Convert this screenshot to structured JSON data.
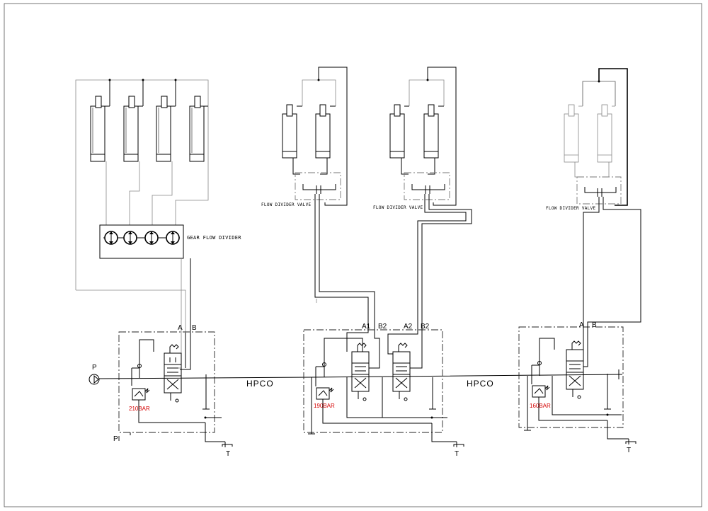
{
  "labels": {
    "gear_flow_divider": "GEAR FLOW DIVIDER",
    "flow_divider_valve_1": "FLOW DIVIDER VALVE",
    "flow_divider_valve_2": "FLOW DIVIDER VALVE",
    "flow_divider_valve_3": "FLOW DIVIDER VALVE",
    "hpco_1": "HPCO",
    "hpco_2": "HPCO",
    "pump": "P",
    "pilot": "PI",
    "tank_1": "T",
    "tank_2": "T",
    "tank_3": "T"
  },
  "valve_blocks": [
    {
      "port_a": "A",
      "port_b": "B",
      "relief": "210BAR"
    },
    {
      "port_a1": "A1",
      "port_b2a": "B2",
      "port_a2": "A2",
      "port_b2b": "B2",
      "relief": "190BAR"
    },
    {
      "port_a": "A",
      "port_b": "B",
      "relief": "160BAR"
    }
  ],
  "colors": {
    "relief_label": "#d40000",
    "line": "#000000"
  }
}
